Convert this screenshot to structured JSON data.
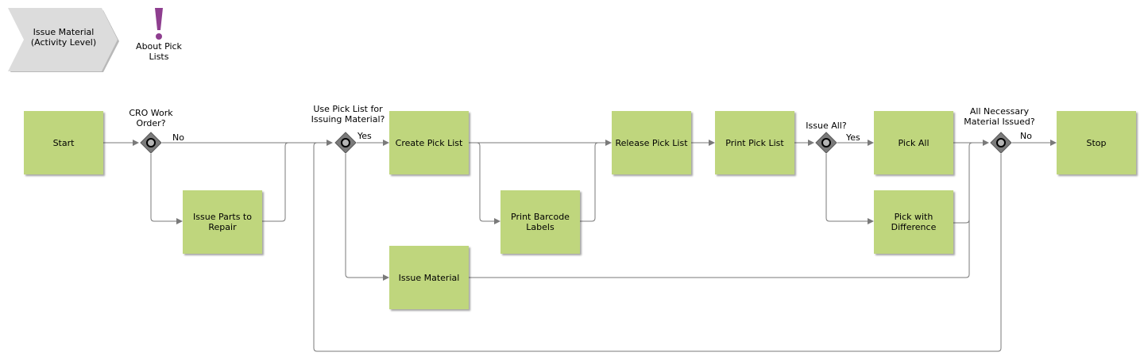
{
  "colors": {
    "task_fill": "#bfd67d",
    "gateway_fill": "#7b7b7b",
    "line": "#7a7a7a",
    "chevron_fill": "#dcdcdc",
    "note_icon": "#8e3e8f"
  },
  "header": {
    "process_chevron": "Issue Material\n(Activity Level)",
    "note_label": "About Pick\nLists",
    "note_icon": "exclamation-icon"
  },
  "tasks": {
    "start": "Start",
    "issue_parts": "Issue Parts to\nRepair",
    "create_pick_list": "Create Pick List",
    "print_barcode": "Print Barcode\nLabels",
    "issue_material": "Issue Material",
    "release_pick_list": "Release Pick List",
    "print_pick_list": "Print Pick List",
    "pick_all": "Pick All",
    "pick_with_difference": "Pick with\nDifference",
    "stop": "Stop"
  },
  "gateways": {
    "cro_work_order": "CRO Work\nOrder?",
    "use_pick_list": "Use Pick List for\nIssuing Material?",
    "issue_all": "Issue All?",
    "all_necessary": "All Necessary\nMaterial Issued?"
  },
  "edge_labels": {
    "cro_no": "No",
    "pick_list_yes": "Yes",
    "issue_all_yes": "Yes",
    "all_issued_no": "No"
  }
}
